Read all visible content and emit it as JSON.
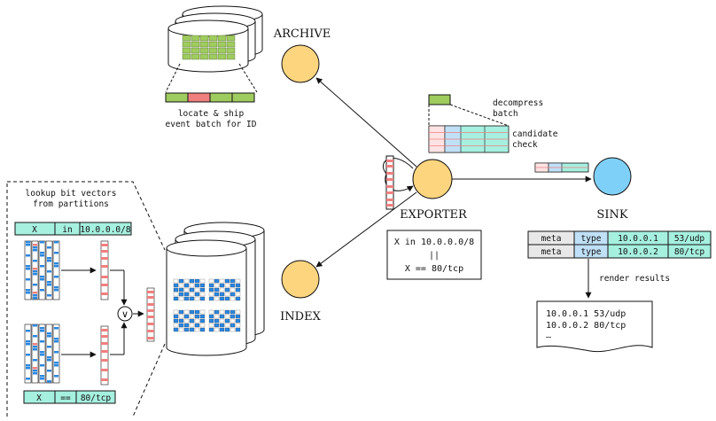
{
  "nodes": {
    "archive": "ARCHIVE",
    "exporter": "EXPORTER",
    "sink": "SINK",
    "index": "INDEX"
  },
  "captions": {
    "archive_action": [
      "locate & ship",
      "event batch for ID"
    ],
    "decompress": [
      "decompress",
      "batch"
    ],
    "candidate_check": [
      "candidate",
      "check"
    ],
    "lookup": [
      "lookup bit vectors",
      "from partitions"
    ],
    "render_results": "render results",
    "or_symbol": "∨"
  },
  "query": {
    "line1": "X in 10.0.0.0/8",
    "line2": "||",
    "line3": "X == 80/tcp"
  },
  "predicates": [
    [
      "X",
      "in",
      "10.0.0.0/8"
    ],
    [
      "X",
      "==",
      "80/tcp"
    ]
  ],
  "sink_table": [
    [
      "meta",
      "type",
      "10.0.0.1",
      "53/udp"
    ],
    [
      "meta",
      "type",
      "10.0.0.2",
      "80/tcp"
    ]
  ],
  "results": [
    "10.0.0.1 53/udp",
    "10.0.0.2 80/tcp",
    "–"
  ],
  "colors": {
    "node_orange": "#fdd57e",
    "node_blue": "#7fd0f8",
    "green": "#9fcc5e",
    "red": "#f07f7f",
    "blue": "#2b87e0",
    "teal": "#a6f0e0",
    "light_blue": "#bfe0f6"
  }
}
